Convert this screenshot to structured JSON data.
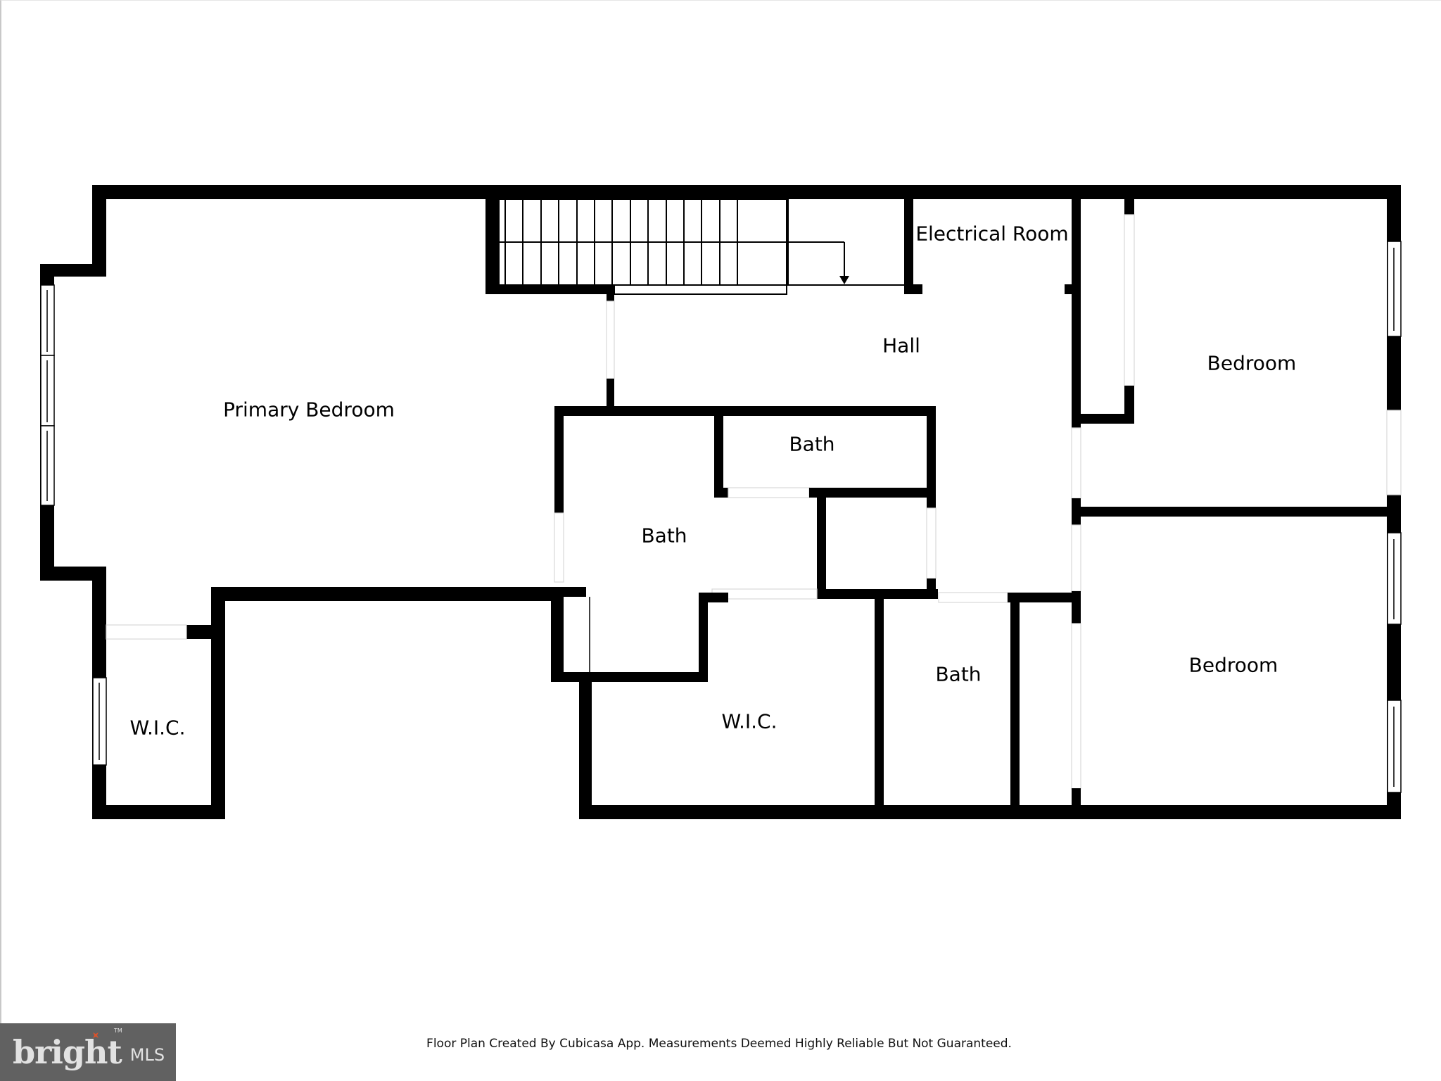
{
  "floor_plan": {
    "rooms": [
      {
        "id": "primary-bedroom",
        "label": "Primary Bedroom"
      },
      {
        "id": "electrical-room",
        "label": "Electrical Room"
      },
      {
        "id": "hall",
        "label": "Hall"
      },
      {
        "id": "bedroom-1",
        "label": "Bedroom"
      },
      {
        "id": "bath-upper",
        "label": "Bath"
      },
      {
        "id": "bath-primary",
        "label": "Bath"
      },
      {
        "id": "bedroom-2",
        "label": "Bedroom"
      },
      {
        "id": "wic-left",
        "label": "W.I.C."
      },
      {
        "id": "wic-center",
        "label": "W.I.C."
      },
      {
        "id": "bath-lower",
        "label": "Bath"
      }
    ],
    "stairs": {
      "tread_count": 14,
      "direction": "down"
    }
  },
  "footer": {
    "disclaimer": "Floor Plan Created By Cubicasa App. Measurements Deemed Highly Reliable But Not Guaranteed."
  },
  "brand": {
    "wordmark": "bright",
    "suffix": "MLS",
    "trademark": "TM",
    "bg_color": "#616161",
    "accent_color": "#d9532c"
  }
}
